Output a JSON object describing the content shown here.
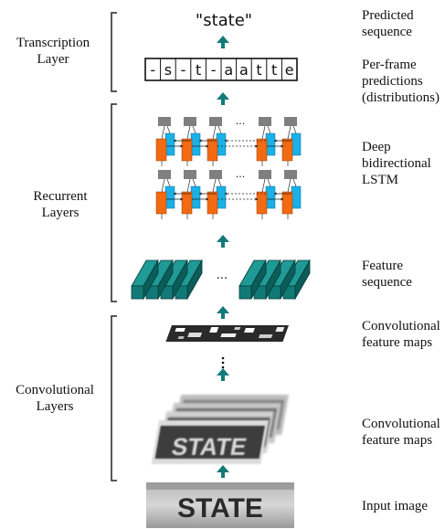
{
  "left_labels": {
    "transcription": [
      "Transcription",
      "Layer"
    ],
    "recurrent": [
      "Recurrent",
      "Layers"
    ],
    "convolutional": [
      "Convolutional",
      "Layers"
    ]
  },
  "right_labels": {
    "predicted": [
      "Predicted",
      "sequence"
    ],
    "perframe": [
      "Per-frame",
      "predictions",
      "(distributions)"
    ],
    "lstm": [
      "Deep",
      "bidirectional",
      "LSTM"
    ],
    "feature_seq": [
      "Feature",
      "sequence"
    ],
    "conv_maps_top": [
      "Convolutional",
      "feature maps"
    ],
    "conv_maps_bottom": [
      "Convolutional",
      "feature maps"
    ],
    "input": [
      "Input image"
    ]
  },
  "output_text": "\"state\"",
  "frame_predictions": [
    "-",
    "s",
    "-",
    "t",
    "-",
    "a",
    "a",
    "t",
    "t",
    "e"
  ],
  "image_word": "STATE",
  "ellipsis": "...",
  "colors": {
    "arrow": "#137a78",
    "lstm_orange": "#f26a12",
    "lstm_blue": "#1ab0e8",
    "lstm_gray": "#7f7f7f",
    "feature_teal": "#127a76",
    "bracket": "#222222"
  }
}
